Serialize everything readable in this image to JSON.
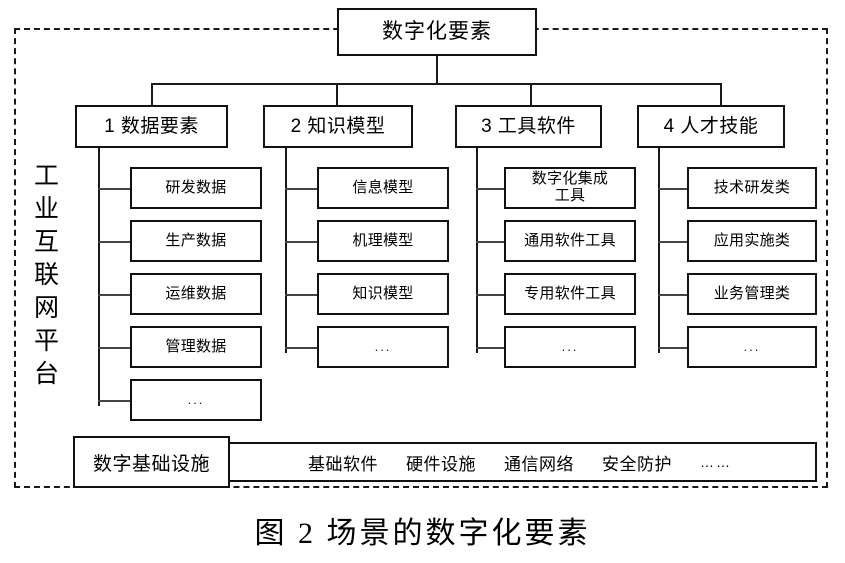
{
  "figure": {
    "caption": "图 2  场景的数字化要素",
    "platform_label": "工业互联网平台",
    "platform_label_chars": [
      "工",
      "业",
      "互",
      "联",
      "网",
      "平",
      "台"
    ],
    "root": {
      "label": "数字化要素"
    },
    "categories": [
      {
        "id": "data-elements",
        "label": "1 数据要素",
        "children": [
          {
            "label": "研发数据"
          },
          {
            "label": "生产数据"
          },
          {
            "label": "运维数据"
          },
          {
            "label": "管理数据"
          },
          {
            "label": "..."
          }
        ]
      },
      {
        "id": "knowledge-models",
        "label": "2 知识模型",
        "children": [
          {
            "label": "信息模型"
          },
          {
            "label": "机理模型"
          },
          {
            "label": "知识模型"
          },
          {
            "label": "..."
          }
        ]
      },
      {
        "id": "tool-software",
        "label": "3 工具软件",
        "children": [
          {
            "label": "数字化集成\n工具"
          },
          {
            "label": "通用软件工具"
          },
          {
            "label": "专用软件工具"
          },
          {
            "label": "..."
          }
        ]
      },
      {
        "id": "talent-skills",
        "label": "4 人才技能",
        "children": [
          {
            "label": "技术研发类"
          },
          {
            "label": "应用实施类"
          },
          {
            "label": "业务管理类"
          },
          {
            "label": "..."
          }
        ]
      }
    ],
    "infrastructure": {
      "label": "数字基础设施",
      "items": [
        "基础软件",
        "硬件设施",
        "通信网络",
        "安全防护",
        "……"
      ]
    },
    "colors": {
      "line": "#1a1a1a",
      "box_border": "#111111",
      "background": "#ffffff",
      "text": "#000000"
    }
  }
}
